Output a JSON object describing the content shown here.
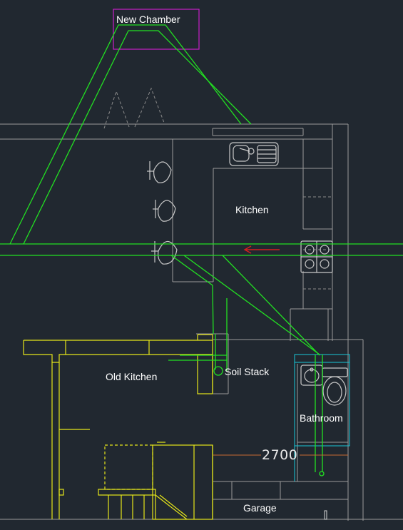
{
  "labels": {
    "new_chamber": "New Chamber",
    "kitchen": "Kitchen",
    "old_kitchen": "Old Kitchen",
    "soil_stack": "Soil Stack",
    "bathroom": "Bathroom",
    "garage": "Garage",
    "dimension": "2700"
  },
  "colors": {
    "background": "#212830",
    "wall": "#9a9a9a",
    "drain": "#22e022",
    "existing_structure": "#e6e61a",
    "bathroom_outline": "#19c8d8",
    "chamber_box": "#c81ec8",
    "flow_arrow": "#d42020",
    "dimension_line": "#c86a32",
    "text": "#ffffff"
  },
  "icons": [
    "sink-icon",
    "hob-icon",
    "toilet-icon",
    "washbasin-icon",
    "chair-icon",
    "flow-arrow-icon"
  ]
}
